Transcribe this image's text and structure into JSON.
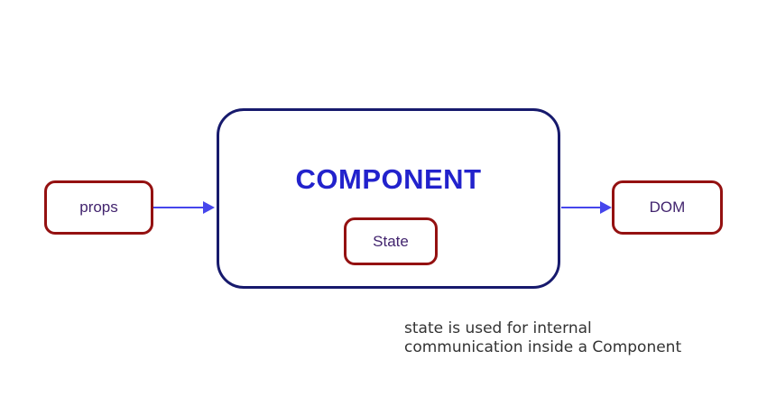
{
  "diagram": {
    "component": {
      "title": "COMPONENT",
      "state_label": "State"
    },
    "props_label": "props",
    "dom_label": "DOM",
    "caption": {
      "line1": "state is used for internal",
      "line2": "communication inside a Component"
    },
    "colors": {
      "component_border": "#171a6d",
      "small_node_border": "#941111",
      "title_text": "#2222cc",
      "node_text": "#42246e",
      "arrow": "#4646ec",
      "caption_text": "#333333",
      "background": "#ffffff"
    }
  }
}
